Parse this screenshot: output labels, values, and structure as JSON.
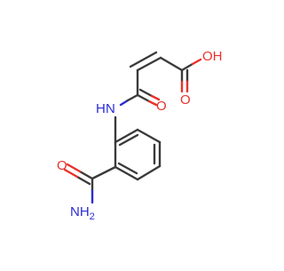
{
  "molecule": {
    "colors": {
      "bond": "#3a3a3a",
      "oxygen": "#e8322a",
      "nitrogen": "#2b2bd6",
      "background": "#ffffff"
    },
    "labels": {
      "oh": "OH",
      "acid_carbonyl_o": "O",
      "nh": "N",
      "nh_h": "H",
      "amide_carbonyl_o": "O",
      "carboxamide_o": "O",
      "nh2": "NH",
      "nh2_sub": "2"
    }
  }
}
